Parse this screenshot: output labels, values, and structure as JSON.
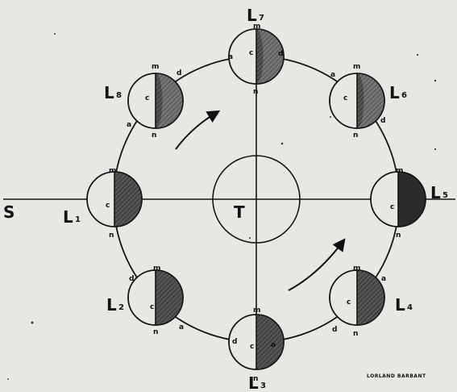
{
  "labels": {
    "sun": "S",
    "earth": "T",
    "credit": "LORLAND BARBANT"
  },
  "moons": [
    {
      "id": "L1",
      "letter": "L",
      "sub": "1",
      "points": {
        "m": "m",
        "c": "c",
        "n": "n"
      }
    },
    {
      "id": "L2",
      "letter": "L",
      "sub": "2",
      "points": {
        "m": "m",
        "d": "d",
        "c": "c",
        "a": "a",
        "n": "n"
      }
    },
    {
      "id": "L3",
      "letter": "L",
      "sub": "3",
      "points": {
        "m": "m",
        "d": "d",
        "c": "c",
        "a": "a",
        "n": "n"
      }
    },
    {
      "id": "L4",
      "letter": "L",
      "sub": "4",
      "points": {
        "m": "m",
        "a": "a",
        "c": "c",
        "d": "d",
        "n": "n"
      }
    },
    {
      "id": "L5",
      "letter": "L",
      "sub": "5",
      "points": {
        "m": "m",
        "c": "c",
        "n": "n"
      }
    },
    {
      "id": "L6",
      "letter": "L",
      "sub": "6",
      "points": {
        "m": "m",
        "c": "c",
        "d": "d",
        "a": "a",
        "n": "n"
      }
    },
    {
      "id": "L7",
      "letter": "L",
      "sub": "7",
      "points": {
        "m": "m",
        "a": "a",
        "c": "c",
        "d": "d",
        "n": "n"
      }
    },
    {
      "id": "L8",
      "letter": "L",
      "sub": "8",
      "points": {
        "m": "m",
        "d": "d",
        "c": "c",
        "a": "a",
        "n": "n"
      }
    }
  ],
  "colors": {
    "ink": "#151515",
    "shade": "#4d4d4d",
    "shade_dark": "#2b2b2b",
    "paper": "#e7e7e4"
  }
}
